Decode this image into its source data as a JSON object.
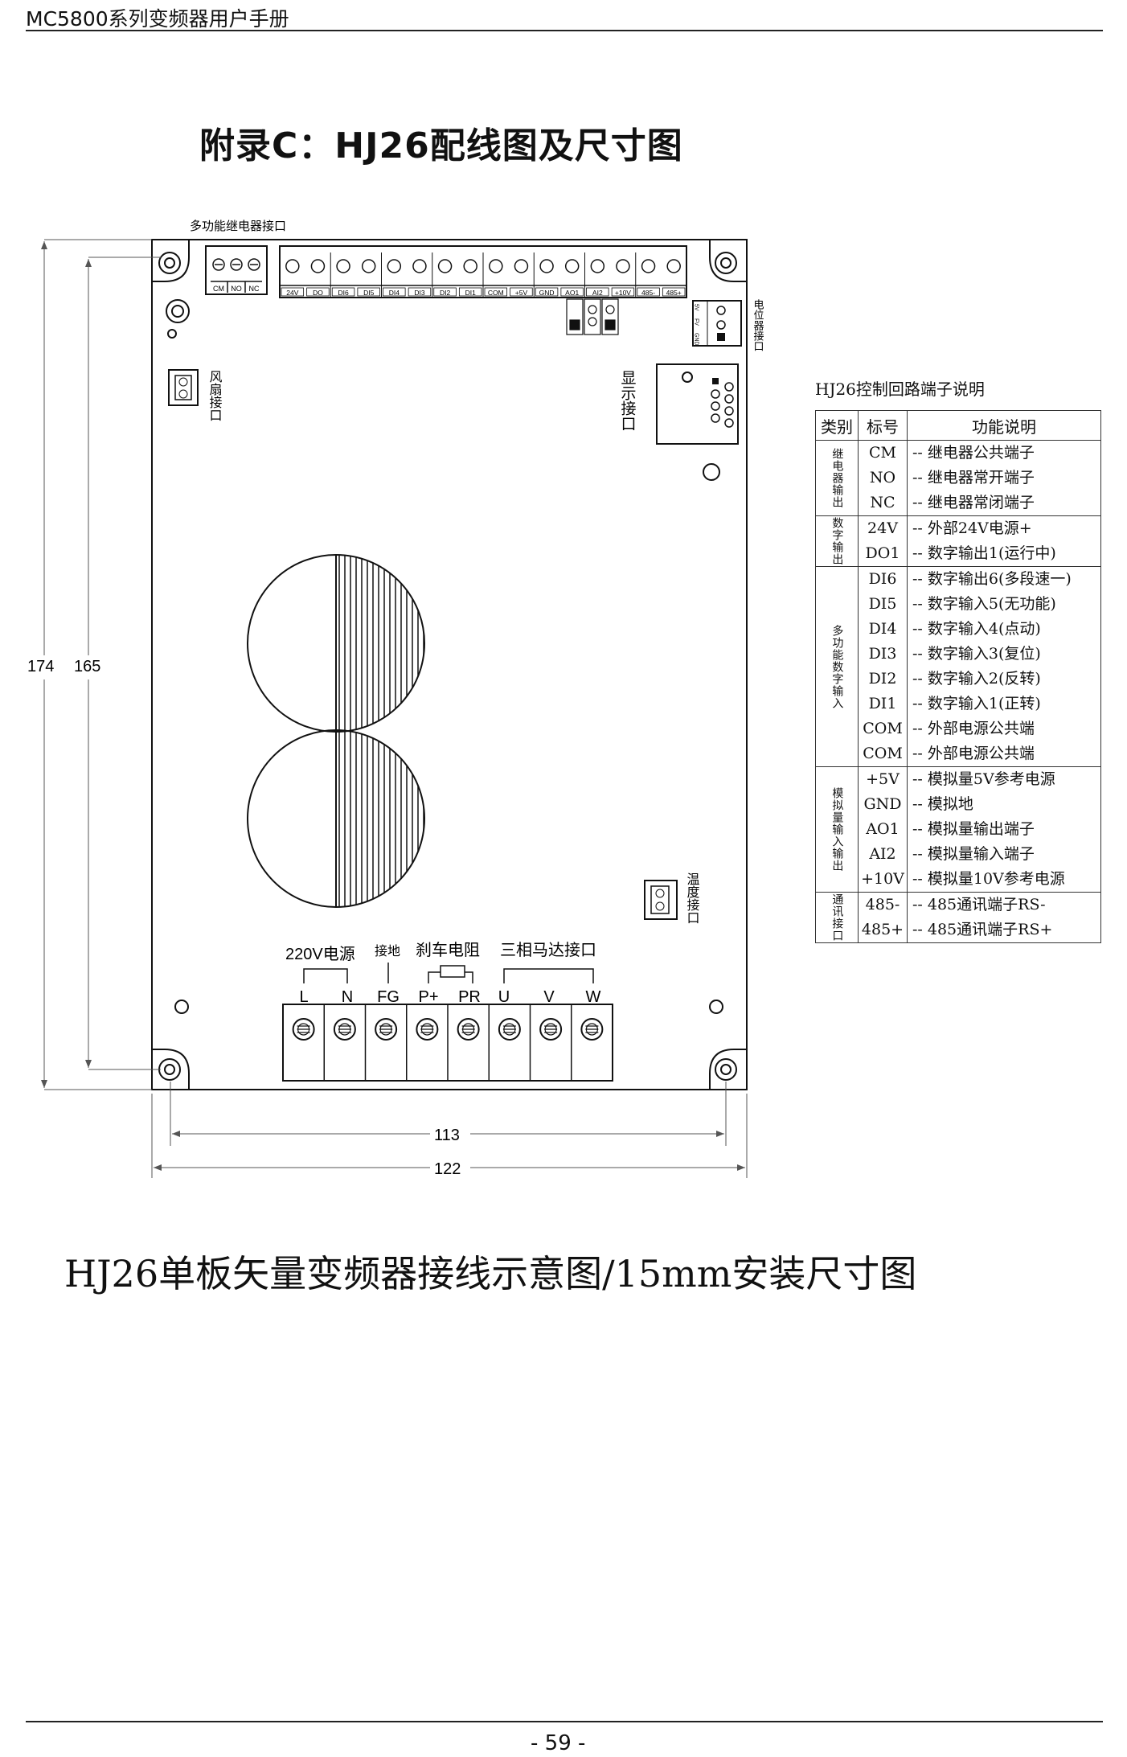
{
  "header": {
    "manual_title": "MC5800系列变频器用户手册"
  },
  "appendix_title": "附录C：HJ26配线图及尺寸图",
  "diagram": {
    "relay_header_label": "多功能继电器接口",
    "relay_terminals": [
      "CM",
      "NO",
      "NC"
    ],
    "control_terminals": [
      "24V",
      "DO",
      "DI6",
      "DI5",
      "DI4",
      "DI3",
      "DI2",
      "DI1",
      "COM",
      "+5V",
      "GND",
      "AO1",
      "AI2",
      "+10V",
      "485-",
      "485+"
    ],
    "pot_terminals": [
      "5V",
      "FV",
      "GND"
    ],
    "pot_label": "电位器接口",
    "fan_label": "风扇接口",
    "display_label": "显示接口",
    "temp_label": "温度接口",
    "power_label": "220V电源",
    "ground_label": "接地",
    "brake_label": "刹车电阻",
    "motor_label": "三相马达接口",
    "power_terminals": [
      "L",
      "N",
      "FG",
      "P+",
      "PR",
      "U",
      "V",
      "W"
    ],
    "dims": {
      "height_outer": "174",
      "height_inner": "165",
      "width_inner": "113",
      "width_outer": "122"
    }
  },
  "terminal_table": {
    "title": "HJ26控制回路端子说明",
    "headers": [
      "类别",
      "标号",
      "功能说明"
    ],
    "groups": [
      {
        "category": "继电器输出",
        "rows": [
          {
            "code": "CM",
            "desc": "-- 继电器公共端子"
          },
          {
            "code": "NO",
            "desc": "-- 继电器常开端子"
          },
          {
            "code": "NC",
            "desc": "-- 继电器常闭端子"
          }
        ]
      },
      {
        "category": "数字输出",
        "rows": [
          {
            "code": "24V",
            "desc": "-- 外部24V电源+"
          },
          {
            "code": "DO1",
            "desc": "-- 数字输出1(运行中)"
          }
        ]
      },
      {
        "category": "多功能数字输入",
        "rows": [
          {
            "code": "DI6",
            "desc": "-- 数字输出6(多段速一)"
          },
          {
            "code": "DI5",
            "desc": "-- 数字输入5(无功能)"
          },
          {
            "code": "DI4",
            "desc": "-- 数字输入4(点动)"
          },
          {
            "code": "DI3",
            "desc": "-- 数字输入3(复位)"
          },
          {
            "code": "DI2",
            "desc": "-- 数字输入2(反转)"
          },
          {
            "code": "DI1",
            "desc": "-- 数字输入1(正转)"
          },
          {
            "code": "COM",
            "desc": "-- 外部电源公共端"
          },
          {
            "code": "COM",
            "desc": "-- 外部电源公共端"
          }
        ]
      },
      {
        "category": "模拟量输入输出",
        "rows": [
          {
            "code": "+5V",
            "desc": "-- 模拟量5V参考电源"
          },
          {
            "code": "GND",
            "desc": "-- 模拟地"
          },
          {
            "code": "AO1",
            "desc": "-- 模拟量输出端子"
          },
          {
            "code": "AI2",
            "desc": "-- 模拟量输入端子"
          },
          {
            "code": "+10V",
            "desc": "-- 模拟量10V参考电源"
          }
        ]
      },
      {
        "category": "通讯接口",
        "rows": [
          {
            "code": "485-",
            "desc": "-- 485通讯端子RS-"
          },
          {
            "code": "485+",
            "desc": "-- 485通讯端子RS+"
          }
        ]
      }
    ]
  },
  "caption": "HJ26单板矢量变频器接线示意图/15mm安装尺寸图",
  "page_number": "- 59 -"
}
